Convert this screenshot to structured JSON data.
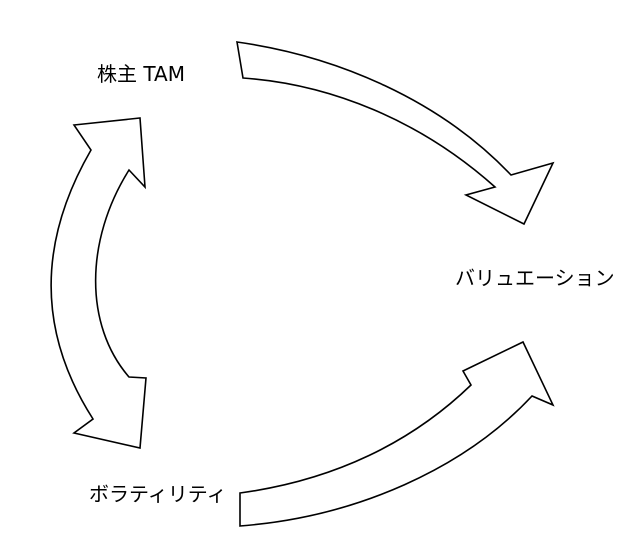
{
  "nodes": {
    "shareholder_tam": "株主 TAM",
    "valuation": "バリュエーション",
    "volatility": "ボラティリティ"
  },
  "colors": {
    "stroke": "#000000",
    "fill": "#ffffff",
    "text": "#000000"
  }
}
